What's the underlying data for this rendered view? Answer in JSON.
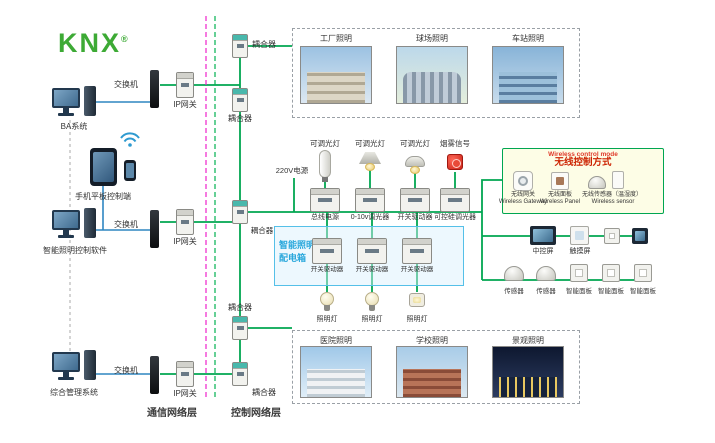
{
  "logo": {
    "text": "KNX",
    "reg": "®"
  },
  "left": {
    "computers": [
      {
        "label": "BA系统"
      },
      {
        "label": "手机平板控制端"
      },
      {
        "label": "智能照明控制软件"
      },
      {
        "label": "综合管理系统"
      }
    ]
  },
  "network": {
    "switch_label": "交换机",
    "gateway_label": "IP网关",
    "coupler_label": "耦合器",
    "power_label": "220V电源",
    "comm_layer_label": "通信网络层",
    "ctrl_layer_label": "控制网络层"
  },
  "top_scenes": [
    {
      "label": "工厂照明"
    },
    {
      "label": "球场照明"
    },
    {
      "label": "车站照明"
    }
  ],
  "bottom_scenes": [
    {
      "label": "医院照明"
    },
    {
      "label": "学校照明"
    },
    {
      "label": "景观照明"
    }
  ],
  "fixtures": [
    {
      "label": "可调光灯"
    },
    {
      "label": "可调光灯"
    },
    {
      "label": "可调光灯"
    },
    {
      "label": "烟雾信号"
    }
  ],
  "din_modules": [
    {
      "label": "总线电源"
    },
    {
      "label": "0-10v调光器"
    },
    {
      "label": "开关驱动器"
    },
    {
      "label": "可控硅调光器"
    }
  ],
  "dist_box": {
    "title_line1": "智能照明",
    "title_line2": "配电箱",
    "modules": [
      {
        "label": "开关驱动器"
      },
      {
        "label": "开关驱动器"
      },
      {
        "label": "开关驱动器"
      }
    ],
    "lamps": [
      {
        "label": "照明灯"
      },
      {
        "label": "照明灯"
      },
      {
        "label": "照明灯"
      }
    ]
  },
  "wireless": {
    "title_en": "Wireless control mode",
    "title_zh": "无线控制方式",
    "items": [
      {
        "zh": "无线网关",
        "en": "Wireless Gateway"
      },
      {
        "zh": "无线面板",
        "en": "Wireless Panel"
      },
      {
        "zh": "无线传感器（温湿度）",
        "en": "Wireless sensor"
      }
    ]
  },
  "right_devices": {
    "screens": [
      {
        "label": "中控屏"
      },
      {
        "label": "触摸屏"
      }
    ],
    "sensors": [
      {
        "label": "传感器"
      },
      {
        "label": "传感器"
      }
    ],
    "panels": [
      {
        "label": "智能面板"
      },
      {
        "label": "智能面板"
      },
      {
        "label": "智能面板"
      }
    ]
  },
  "colors": {
    "bus_green": "#00a651",
    "lan_blue": "#2e86c1",
    "dash_magenta": "#ee22cc",
    "dash_green": "#00b050",
    "dist_box_blue": "#55c0e8",
    "alarm_red": "#cc2418",
    "knx_green": "#3daa35",
    "wireless_title_red": "#cc2200"
  }
}
